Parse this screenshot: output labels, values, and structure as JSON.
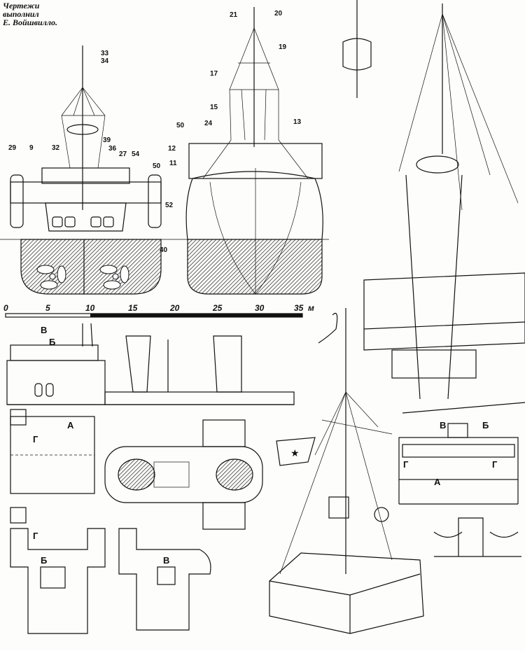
{
  "credit": {
    "line1": "Чертежи",
    "line2": "выполнил",
    "line3": "Е. Войшвилло."
  },
  "stern_view_labels": [
    "33",
    "34",
    "29",
    "9",
    "32",
    "39",
    "36",
    "27",
    "54",
    "50",
    "52",
    "40"
  ],
  "bow_view_labels": [
    "21",
    "20",
    "19",
    "17",
    "15",
    "24",
    "50",
    "13",
    "12",
    "11"
  ],
  "scale_bar": {
    "ticks": [
      "0",
      "5",
      "10",
      "15",
      "20",
      "25",
      "30",
      "35"
    ],
    "unit": "м"
  },
  "section_letters": {
    "A": "А",
    "B": "Б",
    "V": "В",
    "G": "Г"
  },
  "flag_emblem": "★"
}
